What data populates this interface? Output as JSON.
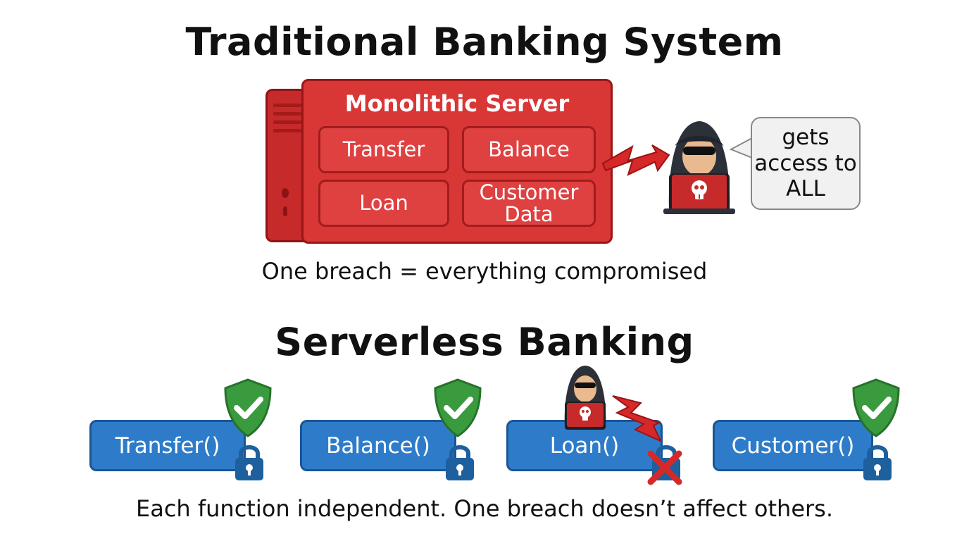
{
  "traditional": {
    "title": "Traditional Banking System",
    "server_name": "Monolithic Server",
    "modules": [
      "Transfer",
      "Balance",
      "Loan",
      "Customer Data"
    ],
    "speech": "gets access to ALL",
    "caption": "One breach = everything compromised"
  },
  "serverless": {
    "title": "Serverless Banking",
    "functions": [
      {
        "label": "Transfer()",
        "status": "secure"
      },
      {
        "label": "Balance()",
        "status": "secure"
      },
      {
        "label": "Loan()",
        "status": "breached"
      },
      {
        "label": "Customer()",
        "status": "secure"
      }
    ],
    "caption": "Each function independent. One breach doesn’t affect others."
  },
  "colors": {
    "server_red": "#d93636",
    "function_blue": "#2e7cc9",
    "shield_green": "#3a9a3e",
    "lock_blue": "#1e5f9e",
    "alert_red": "#d62828"
  },
  "icons": [
    "server-icon",
    "hacker-icon",
    "skull-icon",
    "lightning-icon",
    "shield-check-icon",
    "lock-icon",
    "x-mark-icon"
  ]
}
